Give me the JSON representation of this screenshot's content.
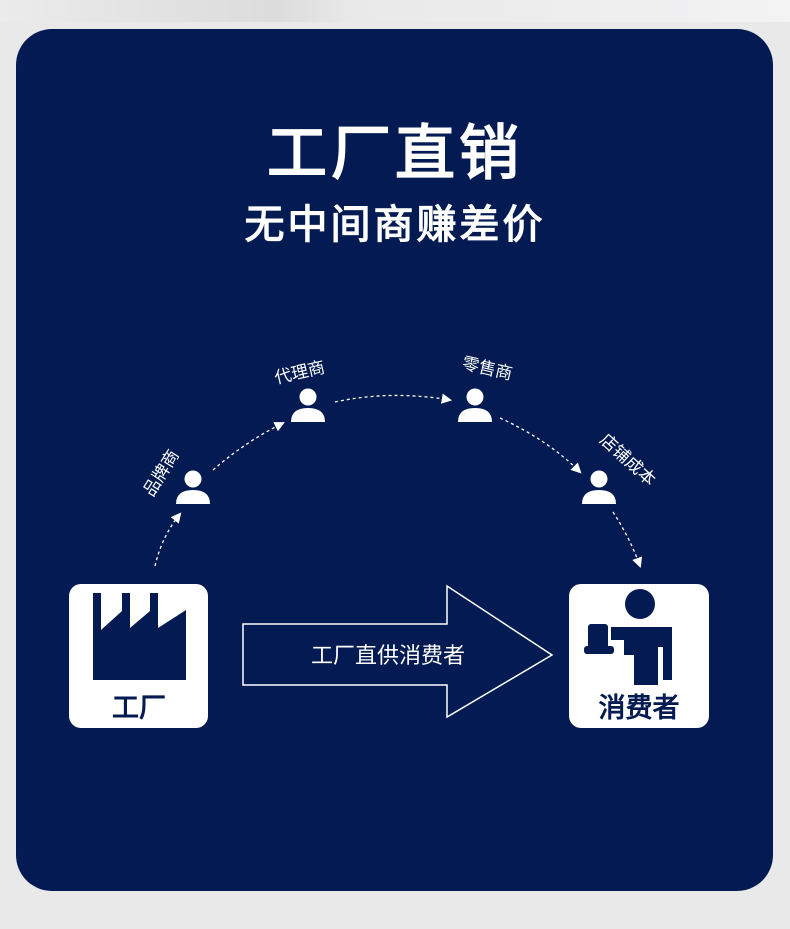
{
  "title": "工厂直销",
  "subtitle": "无中间商赚差价",
  "middlemen": [
    {
      "label": "品牌商"
    },
    {
      "label": "代理商"
    },
    {
      "label": "零售商"
    },
    {
      "label": "店铺成本"
    }
  ],
  "factory": {
    "label": "工厂"
  },
  "consumer": {
    "label": "消费者"
  },
  "direct_arrow": {
    "label": "工厂直供消费者"
  },
  "colors": {
    "background": "#031b52",
    "foreground": "#ffffff",
    "page": "#e9e9ea"
  }
}
